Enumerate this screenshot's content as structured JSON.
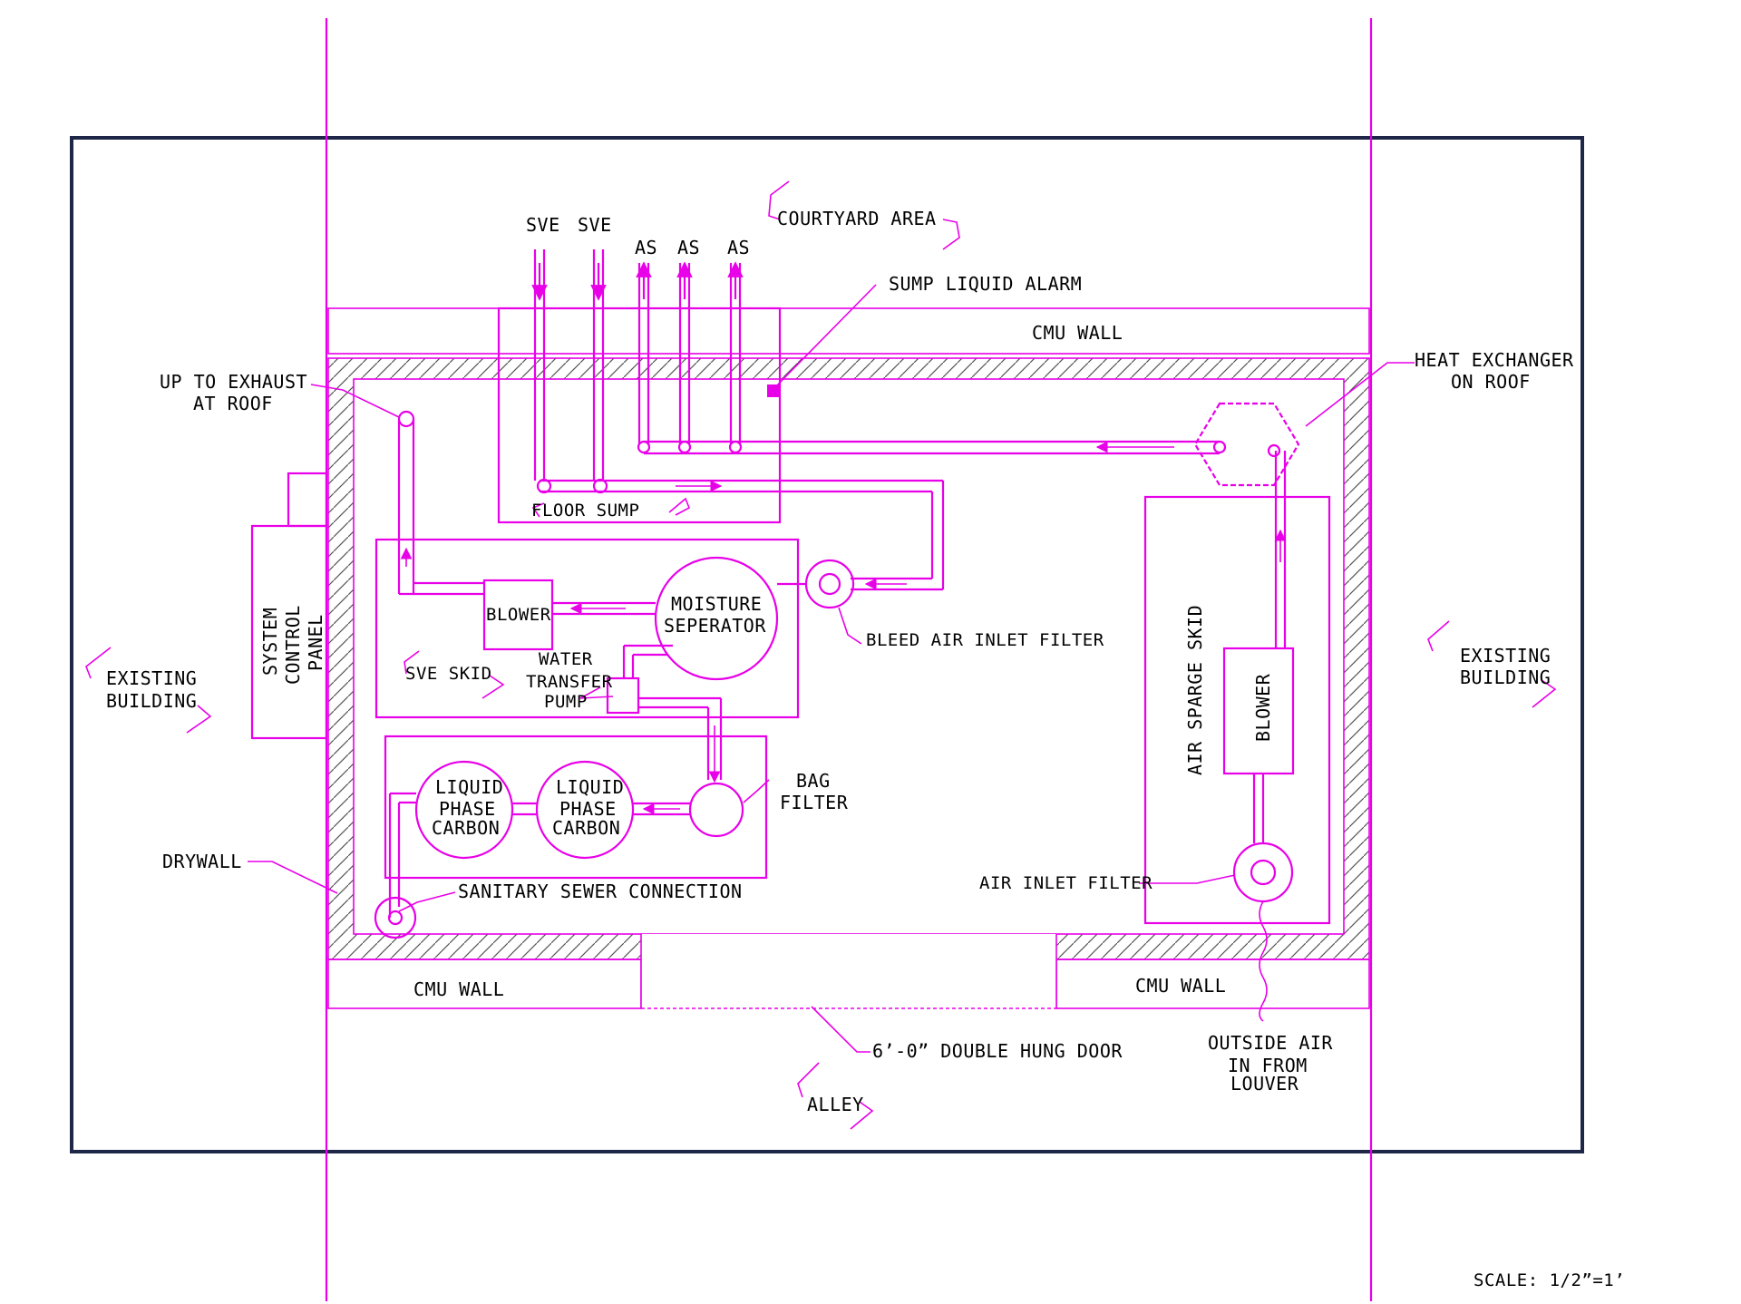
{
  "colors": {
    "line": "#e800e8",
    "frame": "#1e2748",
    "text": "#000000"
  },
  "labels": {
    "courtyard": "COURTYARD AREA",
    "sve1": "SVE",
    "sve2": "SVE",
    "as1": "AS",
    "as2": "AS",
    "as3": "AS",
    "sump_alarm": "SUMP LIQUID ALARM",
    "cmu_top": "CMU WALL",
    "heat_exchanger_1": "HEAT EXCHANGER",
    "heat_exchanger_2": "ON ROOF",
    "up_exhaust_1": "UP TO EXHAUST",
    "up_exhaust_2": "AT ROOF",
    "floor_sump": "FLOOR SUMP",
    "scp_1": "SYSTEM",
    "scp_2": "CONTROL",
    "scp_3": "PANEL",
    "blower_sve": "BLOWER",
    "moisture_1": "MOISTURE",
    "moisture_2": "SEPERATOR",
    "bleed_air": "BLEED AIR INLET FILTER",
    "sve_skid": "SVE SKID",
    "wtp_1": "WATER",
    "wtp_2": "TRANSFER",
    "wtp_3": "PUMP",
    "existing_left_1": "EXISTING",
    "existing_left_2": "BUILDING",
    "existing_right_1": "EXISTING",
    "existing_right_2": "BUILDING",
    "lpc1_1": "LIQUID",
    "lpc1_2": "PHASE",
    "lpc1_3": "CARBON",
    "lpc2_1": "LIQUID",
    "lpc2_2": "PHASE",
    "lpc2_3": "CARBON",
    "bag_1": "BAG",
    "bag_2": "FILTER",
    "air_sparge_skid": "AIR SPARGE SKID",
    "blower_as": "BLOWER",
    "drywall": "DRYWALL",
    "sanitary": "SANITARY SEWER CONNECTION",
    "air_inlet": "AIR INLET FILTER",
    "cmu_bl": "CMU WALL",
    "cmu_br": "CMU WALL",
    "door": "6’-0” DOUBLE HUNG DOOR",
    "outside_1": "OUTSIDE AIR",
    "outside_2": "IN FROM",
    "outside_3": "LOUVER",
    "alley": "ALLEY",
    "scale": "SCALE: 1/2”=1’"
  }
}
